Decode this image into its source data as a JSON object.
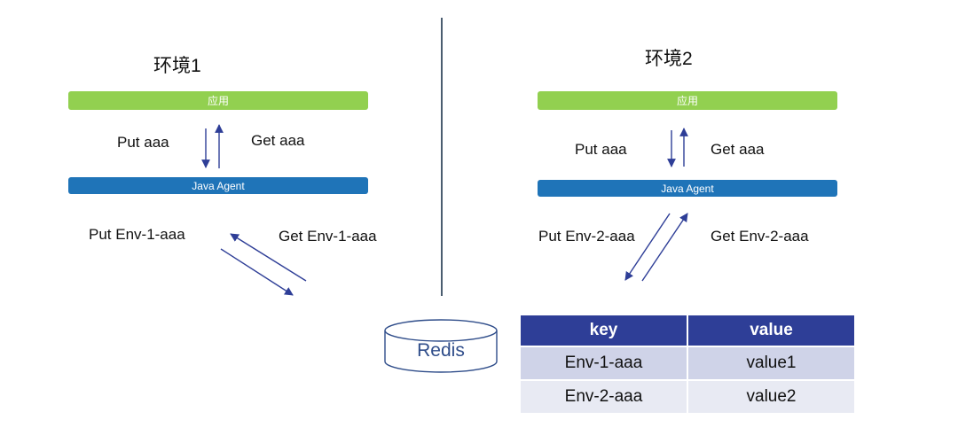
{
  "env1": {
    "title": "环境1",
    "app_label": "应用",
    "agent_label": "Java Agent",
    "put_local": "Put aaa",
    "get_local": "Get aaa",
    "put_remote": "Put Env-1-aaa",
    "get_remote": "Get Env-1-aaa"
  },
  "env2": {
    "title": "环境2",
    "app_label": "应用",
    "agent_label": "Java Agent",
    "put_local": "Put aaa",
    "get_local": "Get aaa",
    "put_remote": "Put Env-2-aaa",
    "get_remote": "Get Env-2-aaa"
  },
  "redis": {
    "label": "Redis"
  },
  "table": {
    "headers": [
      "key",
      "value"
    ],
    "rows": [
      [
        "Env-1-aaa",
        "value1"
      ],
      [
        "Env-2-aaa",
        "value2"
      ]
    ]
  },
  "colors": {
    "app_bar": "#92d050",
    "agent_bar": "#1f74b8",
    "arrow": "#2e3e97",
    "table_header": "#2e3e97"
  }
}
